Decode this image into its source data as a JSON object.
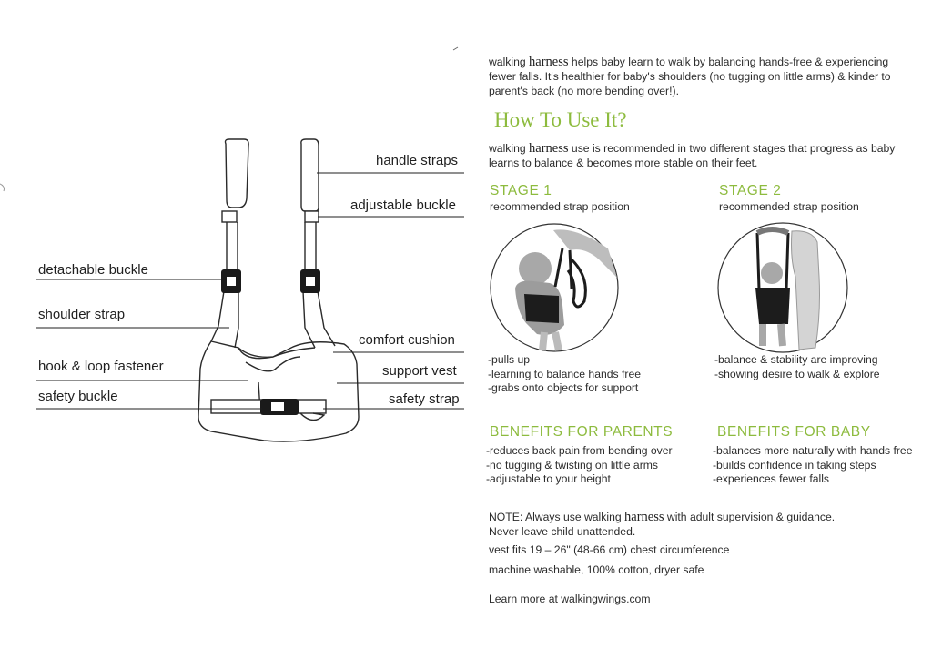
{
  "diagram": {
    "labels_right": {
      "handle_straps": "handle straps",
      "adjustable_buckle": "adjustable buckle",
      "comfort_cushion": "comfort cushion",
      "support_vest": "support vest",
      "safety_strap": "safety strap"
    },
    "labels_left": {
      "detachable_buckle": "detachable buckle",
      "shoulder_strap": "shoulder strap",
      "hook_loop": "hook & loop fastener",
      "safety_buckle": "safety buckle"
    }
  },
  "intro": {
    "brand_prefix": "walking",
    "brand_word": "harness",
    "line1_rest": " helps baby learn to walk by balancing hands-free & experiencing",
    "line2": "fewer falls. It's healthier for baby's shoulders (no tugging on little arms) & kinder to",
    "line3": "parent's back (no more bending over!)."
  },
  "how_to": {
    "heading": "How To Use It?",
    "brand_prefix": "walking",
    "brand_word": "harness",
    "line1_rest": " use is recommended in two different stages that progress as baby",
    "line2": "learns to balance & becomes more stable on their feet."
  },
  "stage1": {
    "title": "STAGE 1",
    "subtitle": "recommended strap position",
    "bullets": [
      "-pulls up",
      "-learning to balance hands free",
      "-grabs onto objects for support"
    ]
  },
  "stage2": {
    "title": "STAGE 2",
    "subtitle": "recommended strap position",
    "bullets": [
      "-balance & stability are improving",
      "-showing desire to walk & explore"
    ]
  },
  "benefits_parents": {
    "title": "BENEFITS FOR PARENTS",
    "bullets": [
      "-reduces back pain from bending over",
      "-no tugging & twisting on little arms",
      "-adjustable to your height"
    ]
  },
  "benefits_baby": {
    "title": "BENEFITS FOR BABY",
    "bullets": [
      "-balances more naturally with hands free",
      "-builds confidence in taking steps",
      "-experiences fewer falls"
    ]
  },
  "note": {
    "prefix": "NOTE: Always use walking ",
    "brand_word": "harness",
    "rest": " with adult supervision & guidance.",
    "line2": "Never leave child unattended."
  },
  "specs": {
    "fit": "vest fits 19 – 26\" (48-66 cm) chest circumference",
    "care": "machine washable, 100% cotton, dryer safe"
  },
  "learn_more": "Learn more at walkingwings.com",
  "colors": {
    "accent_green": "#8dbb3e",
    "text": "#2c2c2c"
  }
}
